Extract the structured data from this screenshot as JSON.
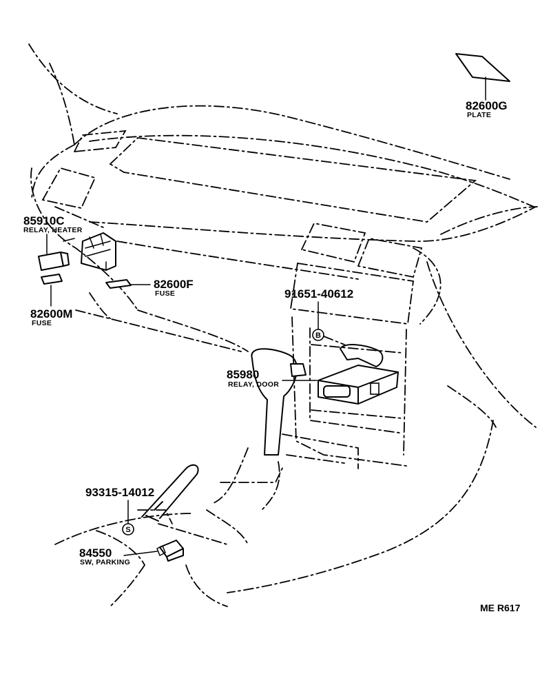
{
  "parts": {
    "plate": {
      "number": "82600G",
      "name": "PLATE"
    },
    "relay_heater": {
      "number": "85910C",
      "name": "RELAY, HEATER"
    },
    "fuse_f": {
      "number": "82600F",
      "name": "FUSE"
    },
    "fuse_m": {
      "number": "82600M",
      "name": "FUSE"
    },
    "bolt": {
      "number": "91651-40612",
      "marker": "B"
    },
    "relay_door": {
      "number": "85980",
      "name": "RELAY, DOOR"
    },
    "screw": {
      "number": "93315-14012",
      "marker": "S"
    },
    "sw_parking": {
      "number": "84550",
      "name": "SW, PARKING"
    }
  },
  "reference": "ME R617"
}
